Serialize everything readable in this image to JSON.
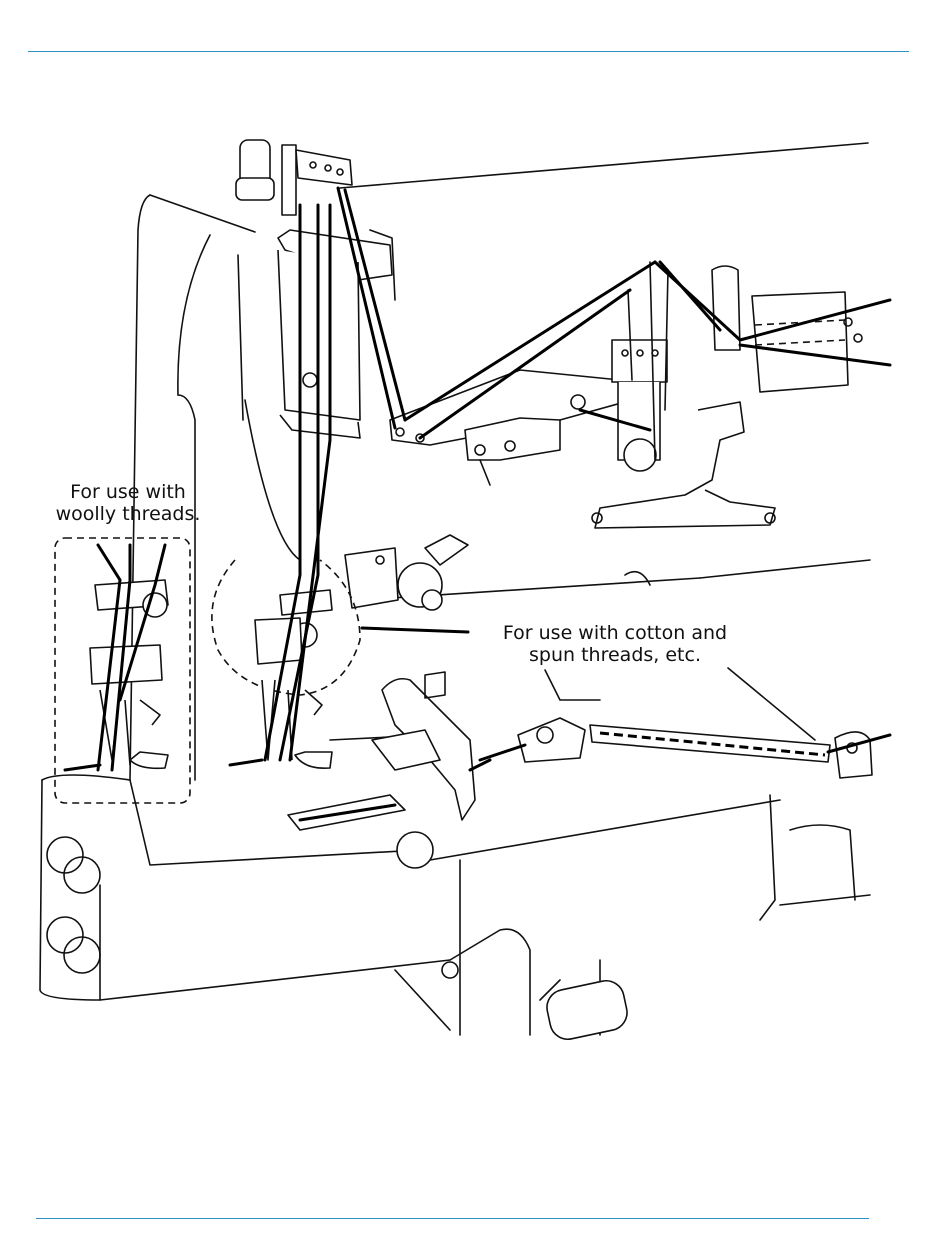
{
  "diagram": {
    "labels": {
      "woolly_line1": "For use with",
      "woolly_line2": "woolly threads.",
      "cotton_line1": "For use with cotton and",
      "cotton_line2": "spun threads, etc."
    },
    "colors": {
      "rule": "#2e8fc4",
      "ink": "#111111"
    }
  }
}
